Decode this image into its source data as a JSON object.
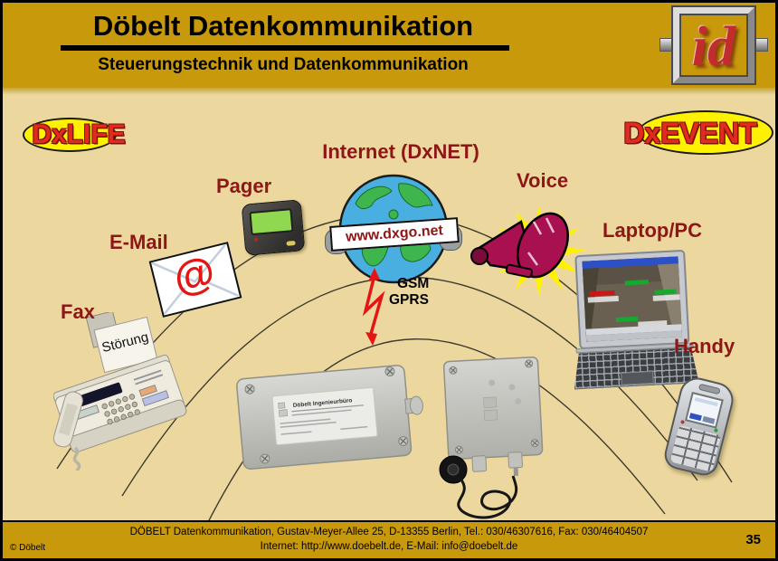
{
  "header": {
    "title": "Döbelt Datenkommunikation",
    "subtitle": "Steuerungstechnik und Datenkommunikation",
    "logo_text": "id"
  },
  "badges": {
    "dxlife": "DxLIFE",
    "dxevent": "DxEVENT"
  },
  "diagram": {
    "internet_label": "Internet (DxNET)",
    "globe_banner": "www.dxgo.net",
    "gsm_label": "GSM",
    "gprs_label": "GPRS",
    "fax_label": "Fax",
    "email_label": "E-Mail",
    "pager_label": "Pager",
    "voice_label": "Voice",
    "laptop_label": "Laptop/PC",
    "handy_label": "Handy",
    "email_at_symbol": "@",
    "fax_paper_text": "Störung",
    "enclosure_label_title": "Döbelt Ingenieurbüro"
  },
  "footer": {
    "address_line": "DÖBELT Datenkommunikation, Gustav-Meyer-Allee 25, D-13355 Berlin, Tel.: 030/46307616, Fax: 030/46404507",
    "contact_line": "Internet: http://www.doebelt.de, E-Mail: info@doebelt.de",
    "copyright": "© Döbelt",
    "page_number": "35"
  },
  "colors": {
    "gold": "#C8990B",
    "content_bg": "#ECD89E",
    "dark_red": "#8E1616",
    "badge_yellow": "#FFF200",
    "badge_red": "#E32A20",
    "arc_line": "#3D3A2E",
    "alert_red": "#E51515"
  }
}
